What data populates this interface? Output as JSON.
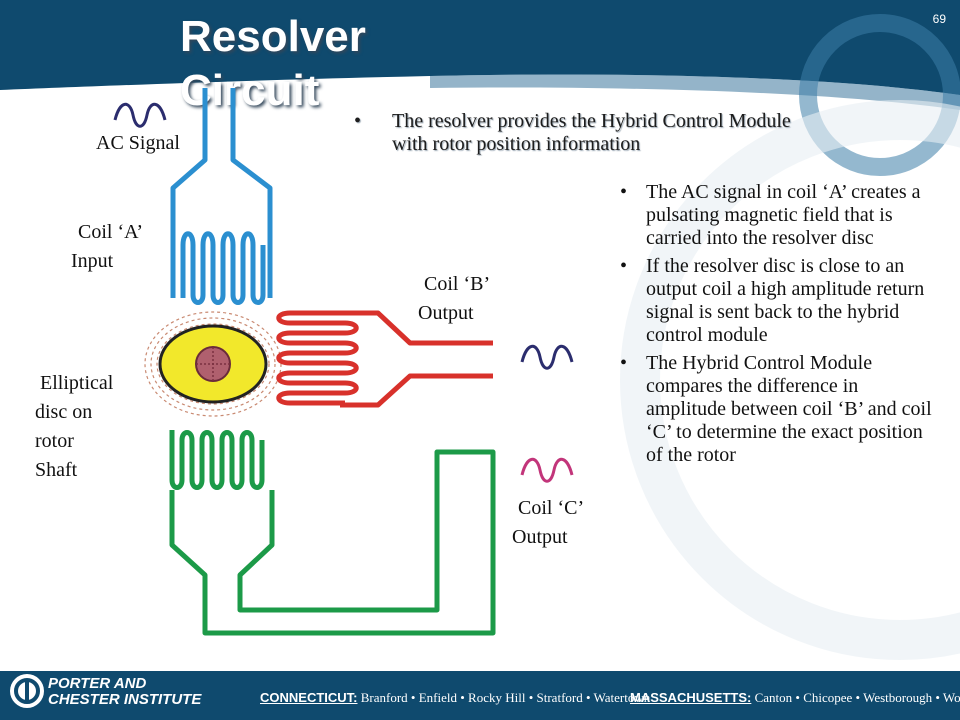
{
  "slide": {
    "title": "Resolver Circuit",
    "page_number": "69"
  },
  "diagram": {
    "labels": {
      "ac_signal": "AC Signal",
      "coil_a_line1": "Coil ‘A’",
      "coil_a_line2": "Input",
      "coil_b_line1": "Coil ‘B’",
      "coil_b_line2": "Output",
      "coil_c_line1": "Coil ‘C’",
      "coil_c_line2": "Output",
      "disc_line1": "Elliptical",
      "disc_line2": "disc on",
      "disc_line3": "rotor",
      "disc_line4": "Shaft"
    },
    "colors": {
      "coil_a": "#2b8fd0",
      "coil_b": "#d8312b",
      "coil_c": "#1c9a48",
      "disc": "#f2e82b",
      "shaft": "#b0606e"
    }
  },
  "content": {
    "bullet_char": "•",
    "intro": "The resolver provides the Hybrid Control Module with rotor position information",
    "bullets": [
      "The AC signal in coil ‘A’ creates a pulsating magnetic field that is carried into the resolver disc",
      "If the resolver disc is close to an output coil a high amplitude return signal is sent back to the hybrid control module",
      "The Hybrid Control Module compares the difference in amplitude between coil ‘B’ and coil ‘C’ to determine the exact position of the rotor"
    ]
  },
  "footer": {
    "logo_line1": "PORTER AND",
    "logo_line2": "CHESTER INSTITUTE",
    "connecticut_label": "CONNECTICUT:",
    "connecticut_locations": "Branford • Enfield • Rocky Hill • Stratford • Watertown",
    "massachusetts_label": "MASSACHUSETTS:",
    "massachusetts_locations": "Canton • Chicopee • Westborough • Woburn"
  }
}
